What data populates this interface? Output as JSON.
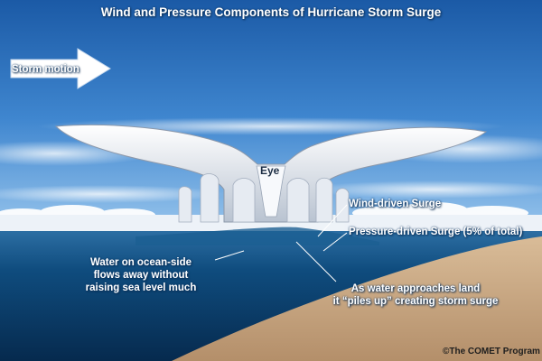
{
  "title": "Wind and Pressure Components of Hurricane Storm Surge",
  "labels": {
    "storm_motion": "Storm motion",
    "eye": "Eye",
    "wind_driven": "Wind-driven Surge",
    "pressure_driven": "Pressure-driven Surge (5% of total)",
    "ocean_side_line1": "Water on ocean-side",
    "ocean_side_line2": "flows away without",
    "ocean_side_line3": "raising sea level much",
    "land_line1": "As water approaches land",
    "land_line2": "it “piles up” creating storm surge"
  },
  "credit": "©The COMET Program",
  "colors": {
    "sky_top": "#1b5aa6",
    "sky_bottom": "#8cc0ea",
    "ocean": "#0d4a7a",
    "land": "#c8aa88",
    "cloud": "#eef1f6"
  }
}
